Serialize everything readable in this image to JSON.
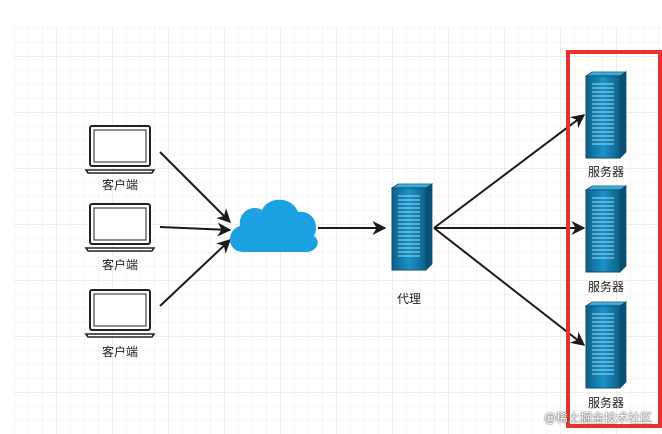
{
  "clients": [
    {
      "label": "客户端"
    },
    {
      "label": "客户端"
    },
    {
      "label": "客户端"
    }
  ],
  "proxy": {
    "label": "代理"
  },
  "servers": [
    {
      "label": "服务器"
    },
    {
      "label": "服务器"
    },
    {
      "label": "服务器"
    }
  ],
  "watermark": "@稀土掘金技术社区",
  "colors": {
    "grid": "#e4e4e4",
    "cloud": "#1ba1e2",
    "server_dark": "#10739e",
    "server_light": "#1fa3d9",
    "highlight_box": "#e8322e",
    "arrow": "#1a1a1a",
    "laptop_outline": "#222222"
  },
  "icons": {
    "client": "laptop-icon",
    "internet": "cloud-icon",
    "proxy": "server-icon",
    "server": "server-icon"
  }
}
